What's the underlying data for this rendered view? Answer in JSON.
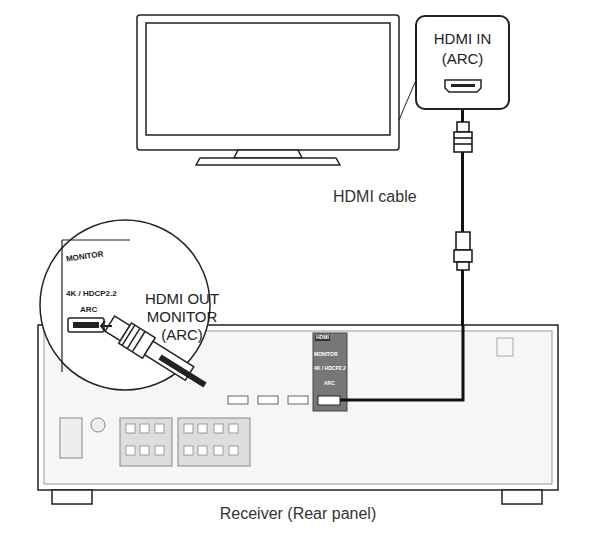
{
  "diagram": {
    "nodes": [
      {
        "text": [
          "HDMI IN (ARC)"
        ]
      },
      {
        "text": [
          "Receiver (Rear panel)"
        ]
      }
    ],
    "edges": [
      {
        "from": 0,
        "to": 1,
        "arrow": "none",
        "label": "HDMI cable"
      }
    ],
    "labels": [
      "MONITOR",
      "4K / HDCP2.2",
      "ARC",
      "HDMI OUT MONITOR (ARC)",
      "HDMI",
      "MONITOR",
      "4K / HDCP2.2",
      "ARC"
    ]
  }
}
